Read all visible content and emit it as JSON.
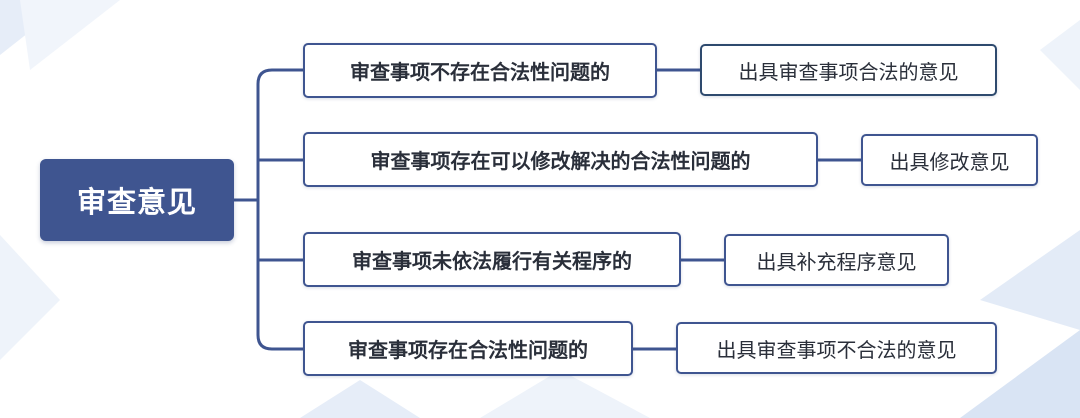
{
  "root": {
    "label": "审查意见"
  },
  "branches": [
    {
      "condition": "审查事项不存在合法性问题的",
      "result": "出具审查事项合法的意见"
    },
    {
      "condition": "审查事项存在可以修改解决的合法性问题的",
      "result": "出具修改意见"
    },
    {
      "condition": "审查事项未依法履行有关程序的",
      "result": "出具补充程序意见"
    },
    {
      "condition": "审查事项存在合法性问题的",
      "result": "出具审查事项不合法的意见"
    }
  ],
  "colors": {
    "primary": "#3f5590",
    "background_accent": "#e3ebf7"
  }
}
